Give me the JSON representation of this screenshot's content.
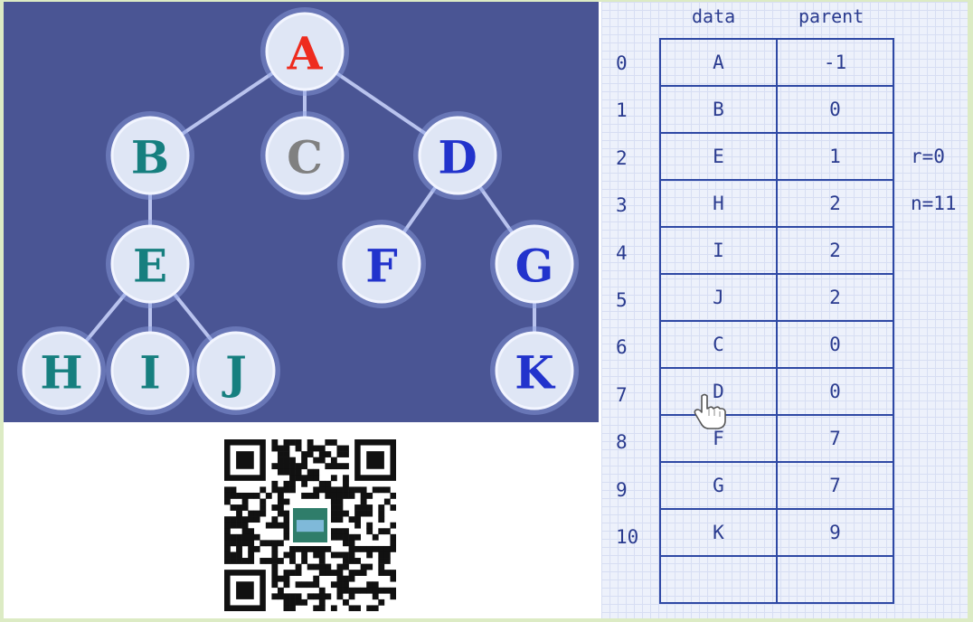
{
  "tree": {
    "nodes": [
      {
        "id": "A",
        "label": "A",
        "color": "#ee2b1e"
      },
      {
        "id": "B",
        "label": "B",
        "color": "#167f7f"
      },
      {
        "id": "C",
        "label": "C",
        "color": "#808080"
      },
      {
        "id": "D",
        "label": "D",
        "color": "#2233cc"
      },
      {
        "id": "E",
        "label": "E",
        "color": "#167f7f"
      },
      {
        "id": "F",
        "label": "F",
        "color": "#2233cc"
      },
      {
        "id": "G",
        "label": "G",
        "color": "#2233cc"
      },
      {
        "id": "H",
        "label": "H",
        "color": "#167f7f"
      },
      {
        "id": "I",
        "label": "I",
        "color": "#167f7f"
      },
      {
        "id": "J",
        "label": "J",
        "color": "#167f7f"
      },
      {
        "id": "K",
        "label": "K",
        "color": "#2233cc"
      }
    ],
    "edges": [
      [
        "A",
        "B"
      ],
      [
        "A",
        "C"
      ],
      [
        "A",
        "D"
      ],
      [
        "B",
        "E"
      ],
      [
        "E",
        "H"
      ],
      [
        "E",
        "I"
      ],
      [
        "E",
        "J"
      ],
      [
        "D",
        "F"
      ],
      [
        "D",
        "G"
      ],
      [
        "G",
        "K"
      ]
    ]
  },
  "table": {
    "header_data": "data",
    "header_parent": "parent",
    "rows": [
      {
        "index": "0",
        "data": "A",
        "parent": "-1"
      },
      {
        "index": "1",
        "data": "B",
        "parent": "0"
      },
      {
        "index": "2",
        "data": "E",
        "parent": "1"
      },
      {
        "index": "3",
        "data": "H",
        "parent": "2"
      },
      {
        "index": "4",
        "data": "I",
        "parent": "2"
      },
      {
        "index": "5",
        "data": "J",
        "parent": "2"
      },
      {
        "index": "6",
        "data": "C",
        "parent": "0"
      },
      {
        "index": "7",
        "data": "D",
        "parent": "0"
      },
      {
        "index": "8",
        "data": "F",
        "parent": "7"
      },
      {
        "index": "9",
        "data": "G",
        "parent": "7"
      },
      {
        "index": "10",
        "data": "K",
        "parent": "9"
      },
      {
        "index": "",
        "data": "",
        "parent": ""
      }
    ],
    "root_note": "r=0",
    "count_note": "n=11"
  },
  "colors": {
    "tree_background": "#4a5594",
    "grid_ink": "#2a3b8f"
  },
  "icons": {
    "qr": "qr-code-icon",
    "cursor": "hand-pointer-icon"
  }
}
